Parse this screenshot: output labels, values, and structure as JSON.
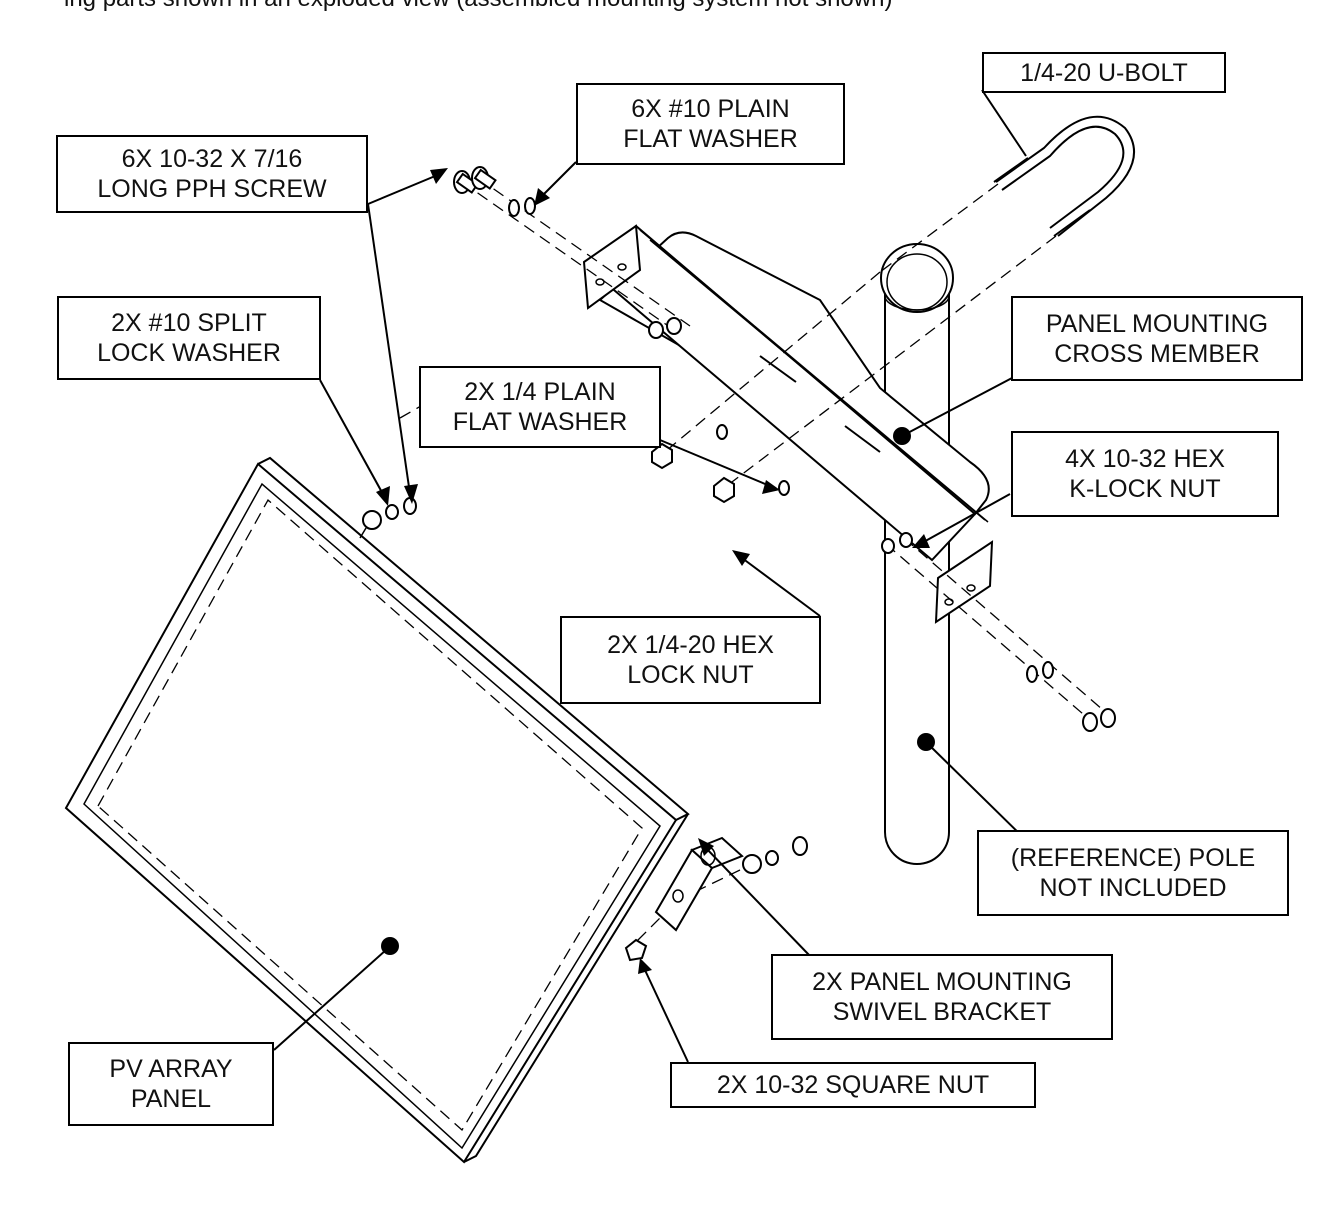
{
  "caption": "ing parts shown in an exploded view (assembled mounting system not shown)",
  "labels": {
    "screw": "6X 10-32 X 7/16\nLONG PPH SCREW",
    "plain_washer_10": "6X #10 PLAIN\nFLAT WASHER",
    "u_bolt": "1/4-20 U-BOLT",
    "split_washer": "2X #10 SPLIT\nLOCK WASHER",
    "cross_member": "PANEL MOUNTING\nCROSS MEMBER",
    "plain_washer_14": "2X 1/4 PLAIN\nFLAT WASHER",
    "klock_nut": "4X 10-32 HEX\nK-LOCK NUT",
    "hex_lock_nut": "2X 1/4-20 HEX\nLOCK NUT",
    "pole": "(REFERENCE) POLE\nNOT INCLUDED",
    "swivel_bracket": "2X PANEL MOUNTING\nSWIVEL BRACKET",
    "pv_panel": "PV ARRAY\nPANEL",
    "square_nut": "2X 10-32 SQUARE NUT"
  }
}
